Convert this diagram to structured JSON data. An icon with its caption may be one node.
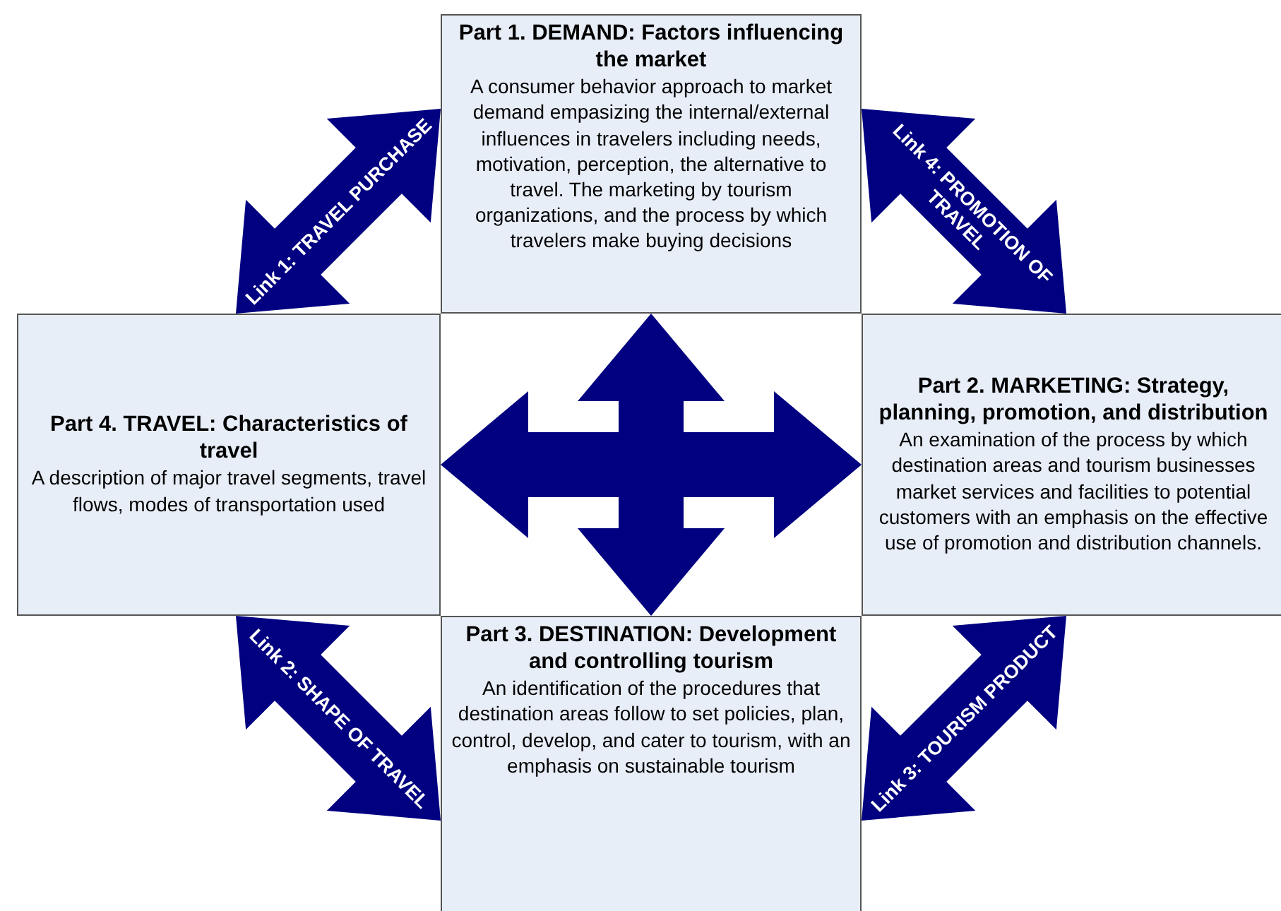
{
  "diagram": {
    "nodes": [
      {
        "text": [
          "Part 1. DEMAND: Factors influencing the market",
          "A consumer behavior approach to market demand empasizing the internal/external influences in travelers including needs, motivation, perception, the alternative to travel. The marketing by tourism organizations, and the process by which travelers make buying decisions"
        ]
      },
      {
        "text": [
          "Part 4. TRAVEL: Characteristics of travel",
          "A description of major travel segments, travel flows, modes of transportation used"
        ]
      },
      {
        "text": [
          "Part 2. MARKETING: Strategy, planning, promotion, and distribution",
          "An examination of the process by which destination areas and tourism businesses market services and facilities to potential customers with an emphasis on the effective use of promotion and distribution channels."
        ]
      },
      {
        "text": [
          "Part 3. DESTINATION: Development and controlling tourism",
          "An identification of the procedures that destination areas follow to set policies, plan, control, develop, and cater to tourism, with an emphasis on sustainable tourism"
        ]
      }
    ],
    "edges": [
      {
        "from": 1,
        "to": 0,
        "arrow": "both",
        "label": "Link 1: TRAVEL PURCHASE"
      },
      {
        "from": 3,
        "to": 1,
        "arrow": "both",
        "label": "Link 2: SHAPE OF TRAVEL"
      },
      {
        "from": 2,
        "to": 3,
        "arrow": "both",
        "label": "Link 3: TOURISM PRODUCT"
      },
      {
        "from": 0,
        "to": 2,
        "arrow": "both",
        "label": "Link 4: PROMOTION OF TRAVEL"
      },
      {
        "from": 0,
        "to": 3,
        "arrow": "both"
      },
      {
        "from": 1,
        "to": 2,
        "arrow": "both"
      }
    ]
  }
}
